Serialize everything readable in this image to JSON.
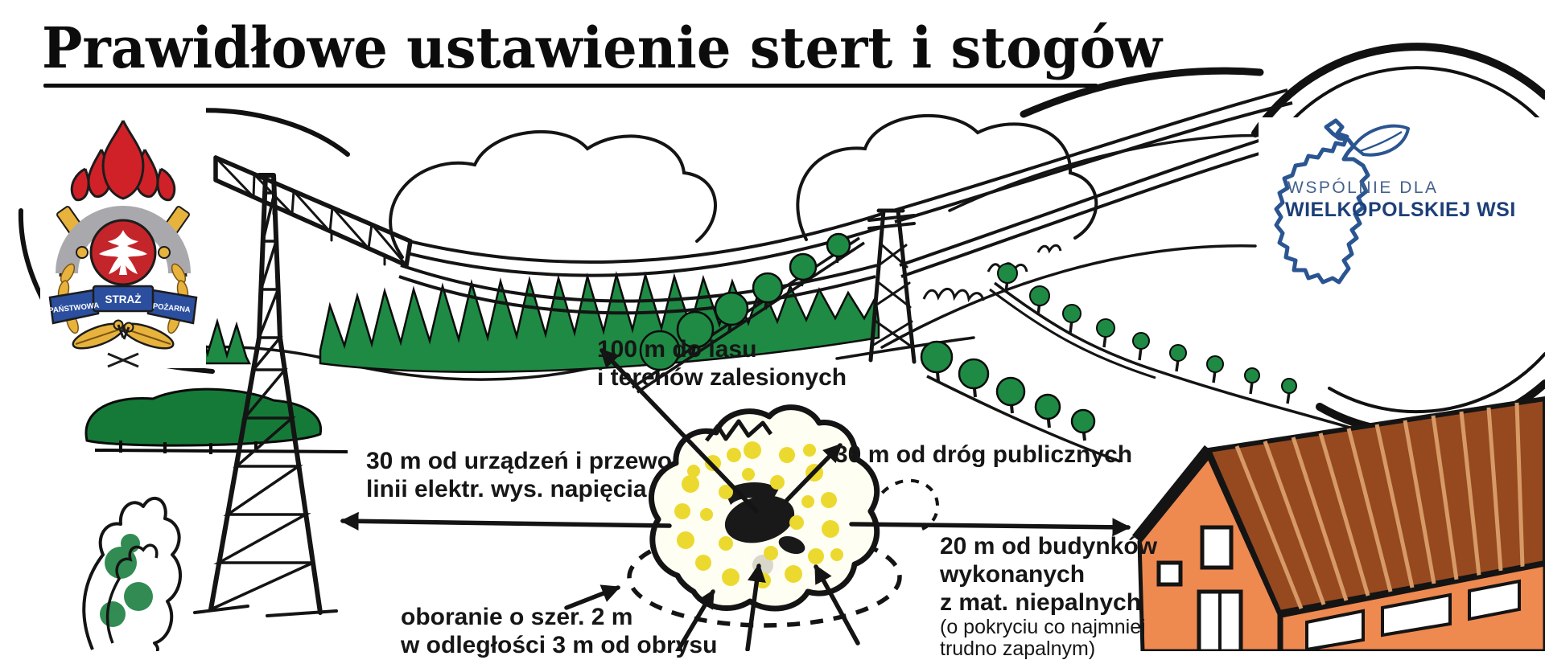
{
  "title": "Prawidłowe ustawienie stert i stogów",
  "logos": {
    "psp": {
      "banner": {
        "left": "PAŃSTWOWA",
        "center": "STRAŻ",
        "right": "POŻARNA"
      }
    },
    "wielkopolska": {
      "line1": "WSPÓLNIE DLA",
      "line2": "WIELKOPOLSKIEJ WSI"
    }
  },
  "annotations": {
    "forest": {
      "lines": [
        "100 m do lasu",
        "i terenów zalesionych"
      ]
    },
    "power_lines": {
      "lines": [
        "30 m od urządzeń i przewodów",
        "linii elektr. wys. napięcia"
      ]
    },
    "public_roads": {
      "lines": [
        "30 m od dróg publicznych"
      ]
    },
    "buildings": {
      "lines": [
        "20 m od budynków",
        "wykonanych",
        "z mat. niepalnych"
      ],
      "note_lines": [
        "(o pokryciu co najmniej",
        "trudno zapalnym)"
      ]
    },
    "plowing": {
      "lines": [
        "oboranie o szer. 2 m",
        "w odległości 3 m od obrysu"
      ]
    }
  },
  "colors": {
    "ink": "#141414",
    "tree_green": "#1e8a44",
    "dark_green": "#157a38",
    "hay_yellow": "#ecd92f",
    "barn_wall": "#ee8950",
    "barn_roof": "#96491f",
    "psp_red": "#c4252b",
    "psp_blue": "#2b4f9e",
    "psp_gold": "#e7b33c",
    "psp_gray": "#a9a9ad",
    "logo_blue": "#24508c"
  }
}
